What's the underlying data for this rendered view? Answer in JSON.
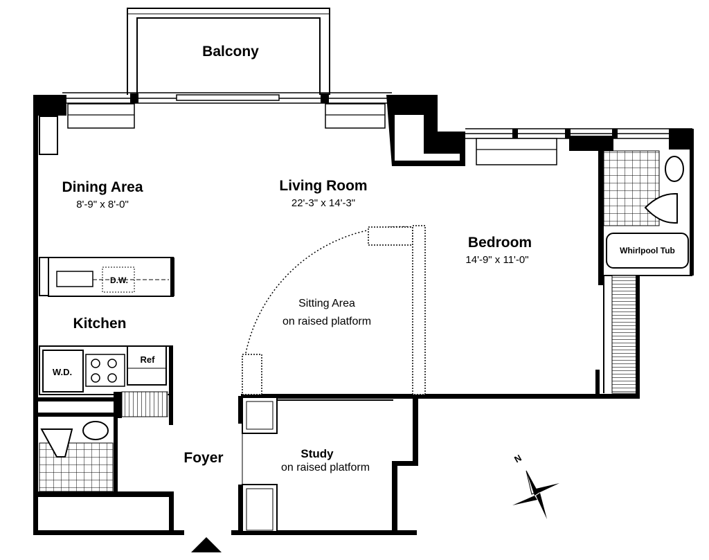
{
  "rooms": {
    "balcony": "Balcony",
    "dining": {
      "name": "Dining Area",
      "size": "8'-9\" x 8'-0\""
    },
    "living": {
      "name": "Living Room",
      "size": "22'-3\" x 14'-3\""
    },
    "bedroom": {
      "name": "Bedroom",
      "size": "14'-9\" x 11'-0\""
    },
    "sitting": {
      "line1": "Sitting Area",
      "line2": "on raised platform"
    },
    "kitchen": "Kitchen",
    "study": {
      "name": "Study",
      "line2": "on raised platform"
    },
    "foyer": "Foyer"
  },
  "fixtures": {
    "dishwasher": "D.W.",
    "washer_dryer": "W.D.",
    "refrigerator": "Ref",
    "tub": "Whirlpool Tub"
  },
  "compass": {
    "label": "N"
  },
  "colors": {
    "wall": "#000000",
    "background": "#ffffff"
  }
}
